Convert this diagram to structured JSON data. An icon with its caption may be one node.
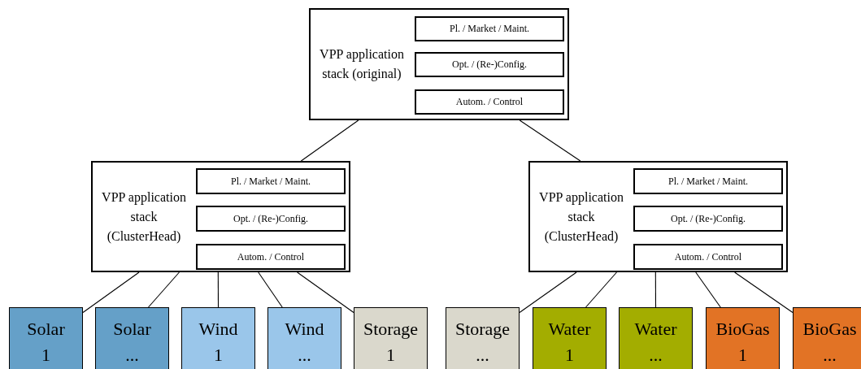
{
  "diagram": {
    "nodes": [
      {
        "text": [
          "VPP application stack (original)"
        ]
      },
      {
        "text": [
          "Pl.  / Market / Maint."
        ],
        "in": 0
      },
      {
        "text": [
          "Opt.  / (Re-)Config."
        ],
        "in": 0
      },
      {
        "text": [
          "Autom.  / Control"
        ],
        "in": 0
      },
      {
        "text": [
          "VPP application stack (ClusterHead)"
        ]
      },
      {
        "text": [
          "Pl.  / Market / Maint."
        ],
        "in": 4
      },
      {
        "text": [
          "Opt.  / (Re-)Config."
        ],
        "in": 4
      },
      {
        "text": [
          "Autom.  / Control"
        ],
        "in": 4
      },
      {
        "text": [
          "VPP application stack (ClusterHead)"
        ]
      },
      {
        "text": [
          "Pl.  / Market / Maint."
        ],
        "in": 8
      },
      {
        "text": [
          "Opt.  / (Re-)Config."
        ],
        "in": 8
      },
      {
        "text": [
          "Autom.  / Control"
        ],
        "in": 8
      },
      {
        "text": [
          "Solar 1"
        ]
      },
      {
        "text": [
          "Solar ..."
        ]
      },
      {
        "text": [
          "Wind 1"
        ]
      },
      {
        "text": [
          "Wind ..."
        ]
      },
      {
        "text": [
          "Storage 1"
        ]
      },
      {
        "text": [
          "Storage ..."
        ]
      },
      {
        "text": [
          "Water 1"
        ]
      },
      {
        "text": [
          "Water ..."
        ]
      },
      {
        "text": [
          "BioGas 1"
        ]
      },
      {
        "text": [
          "BioGas ..."
        ]
      }
    ],
    "edges": [
      {
        "from": 0,
        "to": 4,
        "arrow": "none"
      },
      {
        "from": 0,
        "to": 8,
        "arrow": "none"
      },
      {
        "from": 4,
        "to": 12,
        "arrow": "none"
      },
      {
        "from": 4,
        "to": 13,
        "arrow": "none"
      },
      {
        "from": 4,
        "to": 14,
        "arrow": "none"
      },
      {
        "from": 4,
        "to": 15,
        "arrow": "none"
      },
      {
        "from": 4,
        "to": 16,
        "arrow": "none"
      },
      {
        "from": 8,
        "to": 17,
        "arrow": "none"
      },
      {
        "from": 8,
        "to": 18,
        "arrow": "none"
      },
      {
        "from": 8,
        "to": 19,
        "arrow": "none"
      },
      {
        "from": 8,
        "to": 20,
        "arrow": "none"
      },
      {
        "from": 8,
        "to": 21,
        "arrow": "none"
      }
    ]
  }
}
